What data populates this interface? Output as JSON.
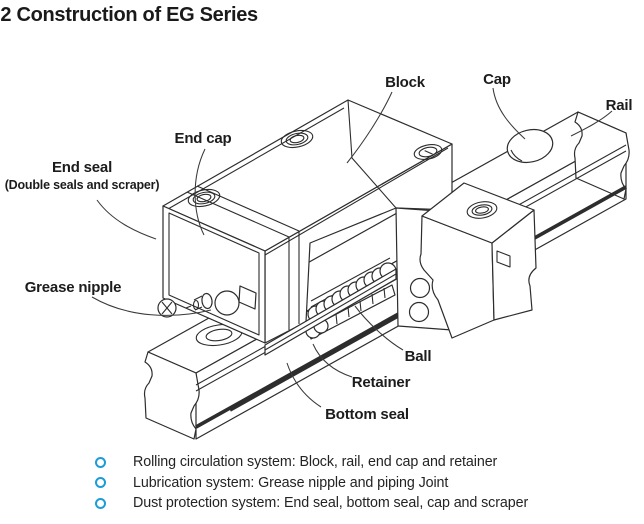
{
  "title": {
    "fragment": "-",
    "text": "2 Construction of EG Series"
  },
  "diagram": {
    "labels": {
      "block": "Block",
      "cap": "Cap",
      "rail": "Rail",
      "end_cap": "End cap",
      "end_seal": "End seal",
      "end_seal_note": "(Double seals and scraper)",
      "grease_nipple": "Grease nipple",
      "ball": "Ball",
      "retainer": "Retainer",
      "bottom_seal": "Bottom seal"
    }
  },
  "notes": {
    "items": [
      "Rolling circulation system: Block, rail, end cap and retainer",
      "Lubrication system: Grease nipple and piping Joint",
      "Dust protection system: End seal, bottom seal, cap and scraper"
    ]
  },
  "colors": {
    "bullet": "#1b9cd8",
    "line": "#2d2d2d",
    "text": "#1c1c1c"
  }
}
